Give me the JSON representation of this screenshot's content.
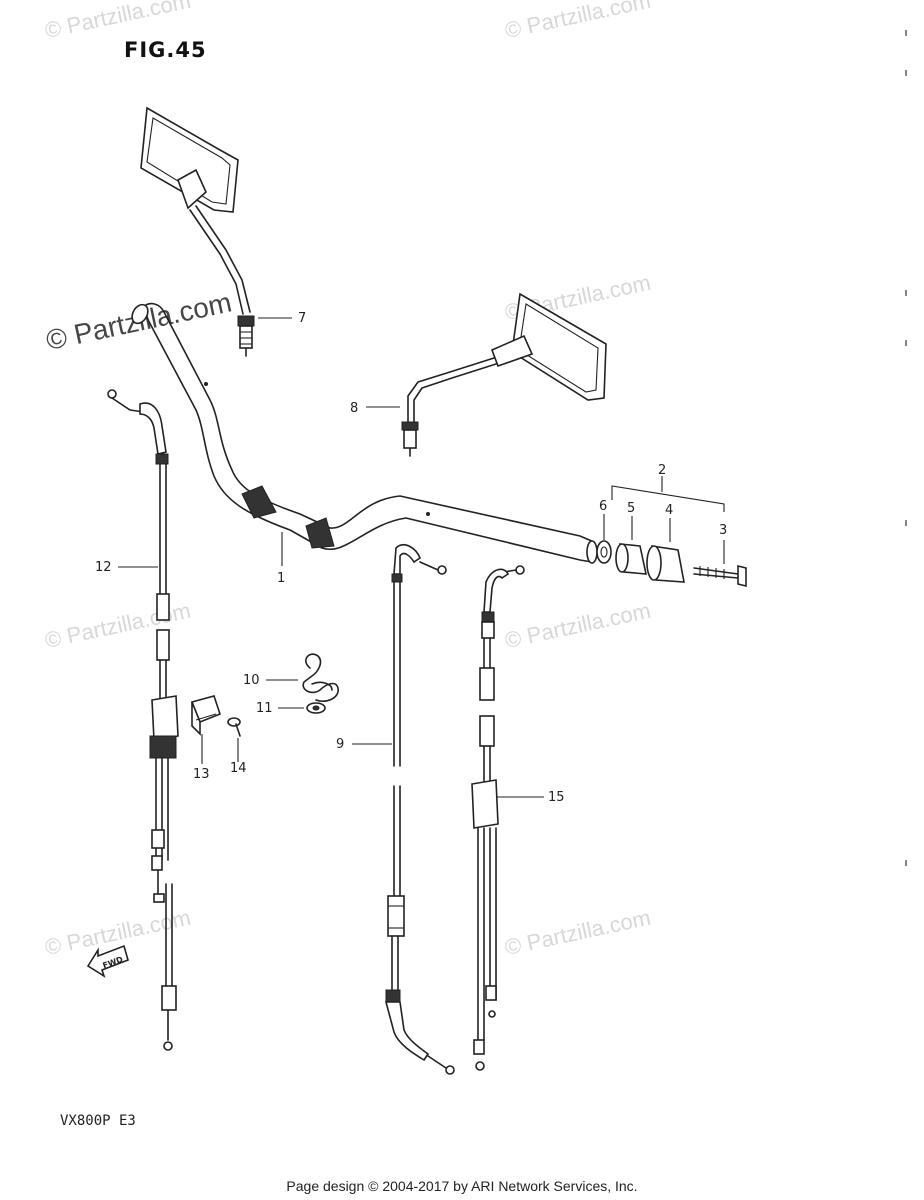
{
  "figure_title": "FIG.45",
  "model_code": "VX800P  E3",
  "footer": "Page design © 2004-2017 by ARI Network Services, Inc.",
  "watermark": "© Partzilla.com",
  "fwd_label": "FWD",
  "callouts": {
    "c1": "1",
    "c2": "2",
    "c3": "3",
    "c4": "4",
    "c5": "5",
    "c6": "6",
    "c7": "7",
    "c8": "8",
    "c9": "9",
    "c10": "10",
    "c11": "11",
    "c12": "12",
    "c13": "13",
    "c14": "14",
    "c15": "15"
  }
}
